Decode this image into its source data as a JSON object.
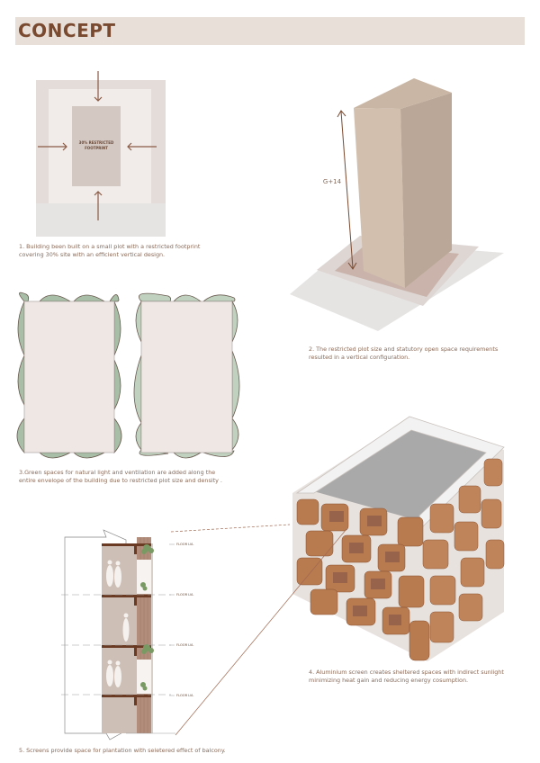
{
  "header": {
    "title": "CONCEPT"
  },
  "panels": [
    {
      "id": 1,
      "caption_line1": "1. Building been built on a small plot with a restricted footprint",
      "caption_line2": "covering 30% site with an efficient vertical design.",
      "footprint_label_line1": "30% RESTRICTED",
      "footprint_label_line2": "FOOTPRINT"
    },
    {
      "id": 2,
      "caption_line1": "2. The restricted plot size and statutory open space requirements",
      "caption_line2": "resulted in a vertical configuration.",
      "height_label": "G+14"
    },
    {
      "id": 3,
      "caption_line1": "3.Green spaces for natural light and ventilation are added along the",
      "caption_line2": "entire envelope of the building due to restricted plot size and density ."
    },
    {
      "id": 4,
      "caption_line1": "4. Aluminium screen creates sheltered spaces with indirect sunlight",
      "caption_line2": "minimizing heat gain and reducing energy cosumption."
    },
    {
      "id": 5,
      "caption": "5. Screens provide space for plantation with seletered effect of balcony.",
      "floor_labels": [
        "FLOOR LVL",
        "FLOOR LVL",
        "FLOOR LVL",
        "FLOOR LVL"
      ]
    }
  ],
  "colors": {
    "accent": "#7a4a30",
    "title_bg": "#e8e0d8",
    "caption_text": "#8a6a58",
    "green": "#a9bea6",
    "screen_copper": "#b87a4f"
  }
}
